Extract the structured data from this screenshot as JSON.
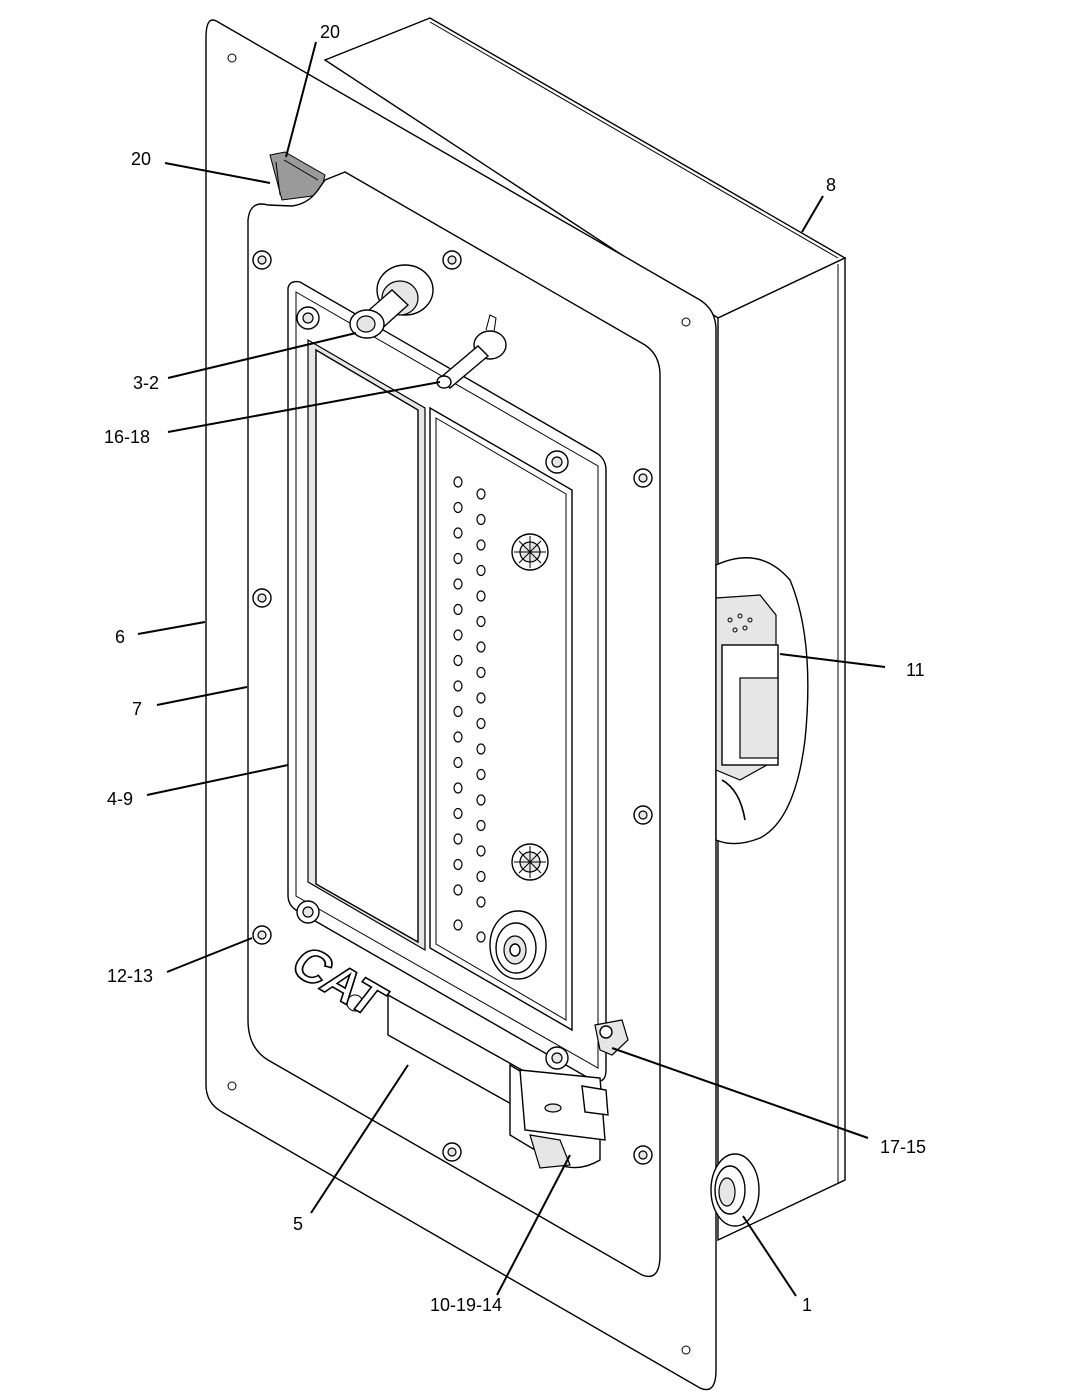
{
  "callouts": [
    {
      "id": "c20-top",
      "text": "20"
    },
    {
      "id": "c20-left",
      "text": "20"
    },
    {
      "id": "c8",
      "text": "8"
    },
    {
      "id": "c3-2",
      "text": "3-2"
    },
    {
      "id": "c16-18",
      "text": "16-18"
    },
    {
      "id": "c6",
      "text": "6"
    },
    {
      "id": "c11",
      "text": "11"
    },
    {
      "id": "c7",
      "text": "7"
    },
    {
      "id": "c4-9",
      "text": "4-9"
    },
    {
      "id": "c12-13",
      "text": "12-13"
    },
    {
      "id": "c17-15",
      "text": "17-15"
    },
    {
      "id": "c5",
      "text": "5"
    },
    {
      "id": "c10-19-14",
      "text": "10-19-14"
    },
    {
      "id": "c1",
      "text": "1"
    }
  ],
  "logo_text": "CAT"
}
